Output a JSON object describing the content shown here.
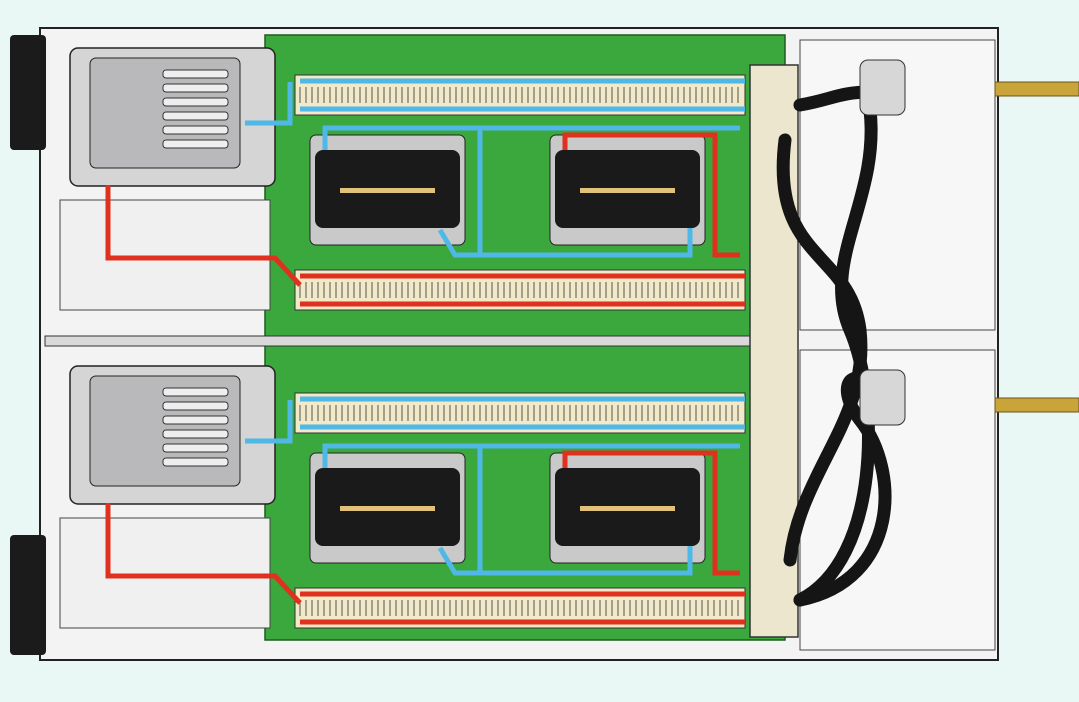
{
  "diagram": {
    "subject": "liquid-cooled-server-node",
    "nodes": 2,
    "cpus_per_node": 2,
    "memory_banks_per_node": 2
  },
  "colors": {
    "background": "#e9f8f5",
    "chassis": "#f2f2f2",
    "board": "#3aa83c",
    "hot_line": "#e0301e",
    "cold_line": "#4fb8e6",
    "hose": "#151515",
    "manifold": "#ece6cf",
    "fitting": "#c9a43a",
    "cpu": "#1a1a1a"
  },
  "icons": [
    "pump-icon",
    "cpu-icon",
    "memory-slot-icon",
    "hose-icon",
    "fitting-icon",
    "manifold-icon"
  ]
}
